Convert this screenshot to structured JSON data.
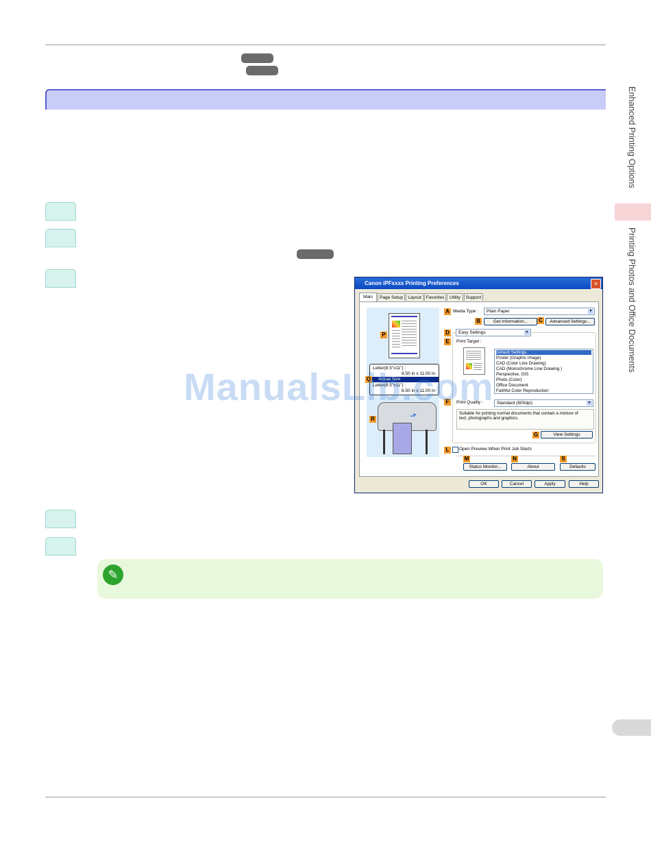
{
  "sidebar": {
    "tab1": "Enhanced Printing Options",
    "tab2": "Printing Photos and Office Documents"
  },
  "dialog": {
    "title": "Canon iPFxxxx Printing Preferences",
    "close": "×",
    "tabs": [
      "Main",
      "Page Setup",
      "Layout",
      "Favorites",
      "Utility",
      "Support"
    ],
    "media_type_label": "Media Type :",
    "media_type_value": "Plain Paper",
    "get_info_button": "Get Information...",
    "advanced_settings_button": "Advanced Settings...",
    "mode_value": "Easy Settings",
    "print_target_label": "Print Target :",
    "print_targets": [
      "Default Settings",
      "Poster (Graphic Image)",
      "CAD (Color Line Drawing)",
      "CAD (Monochrome Line Drawing )",
      "Perspective, GIS",
      "Photo (Color)",
      "Office Document",
      "Faithful Color Reproduction"
    ],
    "print_quality_label": "Print Quality :",
    "print_quality_value": "Standard (600dpi)",
    "description": "Suitable for printing normal documents that contain a mixture of text, photographs and graphics.",
    "view_settings_button": "View Settings",
    "open_preview_label": "Open Preview When Print Job Starts",
    "status_monitor_button": "Status Monitor...",
    "about_button": "About",
    "defaults_button": "Defaults",
    "ok_button": "OK",
    "cancel_button": "Cancel",
    "apply_button": "Apply",
    "help_button": "Help",
    "paper_line1": "Letter(8.5\"x11\") :",
    "paper_size1": "8.50 in x 11.00 in",
    "actual_size": "Actual Size",
    "paper_line2": "Letter(8.5\"x11\") :",
    "paper_size2": "8.50 in x 11.00 in",
    "badges": {
      "A": "A",
      "B": "B",
      "C": "C",
      "D": "D",
      "E": "E",
      "F": "F",
      "G": "G",
      "L": "L",
      "M": "M",
      "N": "N",
      "S": "S",
      "P": "P",
      "R": "R",
      "Q": "Q"
    }
  },
  "watermark": "ManualsLib.com",
  "note_icon": "pencil-note-icon"
}
